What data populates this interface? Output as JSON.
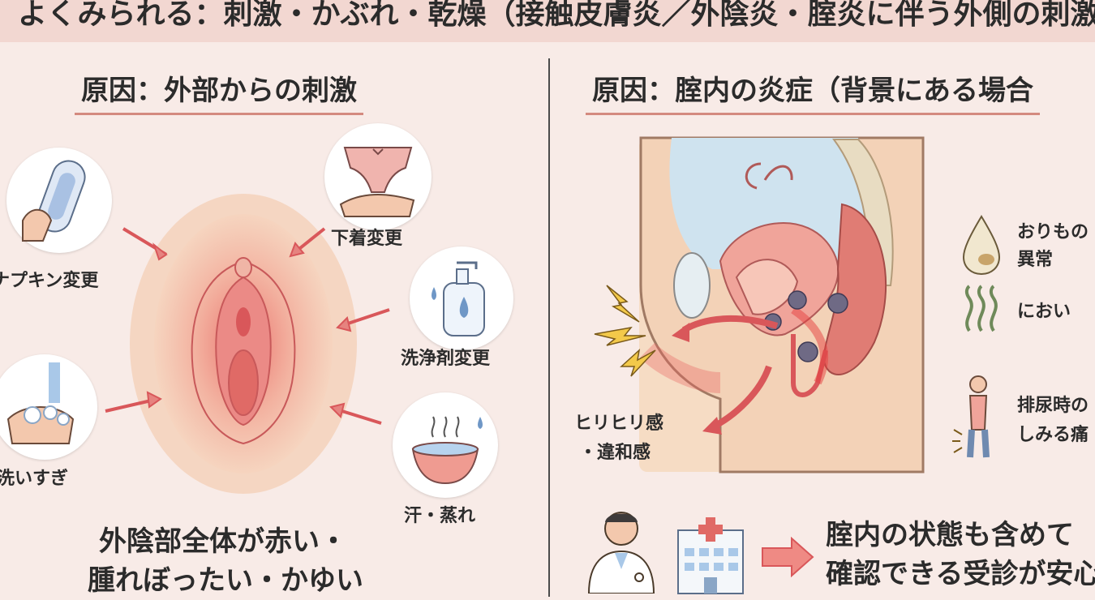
{
  "banner": {
    "title": "）よくみられる：刺激・かぶれ・乾燥（接触皮膚炎／外陰炎・腟炎に伴う外側の刺激"
  },
  "left": {
    "heading": "原因：外部からの刺激",
    "items": [
      {
        "label": "ナプキン変更",
        "icon": "sanitary-pad-icon"
      },
      {
        "label": "洗いすぎ",
        "icon": "washing-hands-icon"
      },
      {
        "label": "下着変更",
        "icon": "underwear-icon"
      },
      {
        "label": "洗浄剤変更",
        "icon": "soap-bottle-icon"
      },
      {
        "label": "汗・蒸れ",
        "icon": "sweat-bowl-icon"
      }
    ],
    "summary_line1": "外陰部全体が赤い・",
    "summary_line2": "腫れぼったい・かゆい"
  },
  "right": {
    "heading": "原因：腟内の炎症（背景にある場合",
    "pain_label_line1": "ヒリヒリ感",
    "pain_label_line2": "・違和感",
    "symptoms": [
      {
        "label_line1": "おりもの",
        "label_line2": "異常",
        "icon": "discharge-drop-icon"
      },
      {
        "label_line1": "におい",
        "label_line2": "",
        "icon": "odor-icon"
      },
      {
        "label_line1": "排尿時の",
        "label_line2": "しみる痛",
        "icon": "urination-pain-icon"
      }
    ],
    "advice_line1": "腟内の状態も含めて",
    "advice_line2": "確認できる受診が安心",
    "doctor_icon": "doctor-icon",
    "hospital_icon": "hospital-icon",
    "arrow_icon": "arrow-right-icon"
  },
  "colors": {
    "background": "#f8ebe7",
    "banner": "#f2d7d1",
    "accent": "#e06a66",
    "arrow": "#d9575a"
  }
}
